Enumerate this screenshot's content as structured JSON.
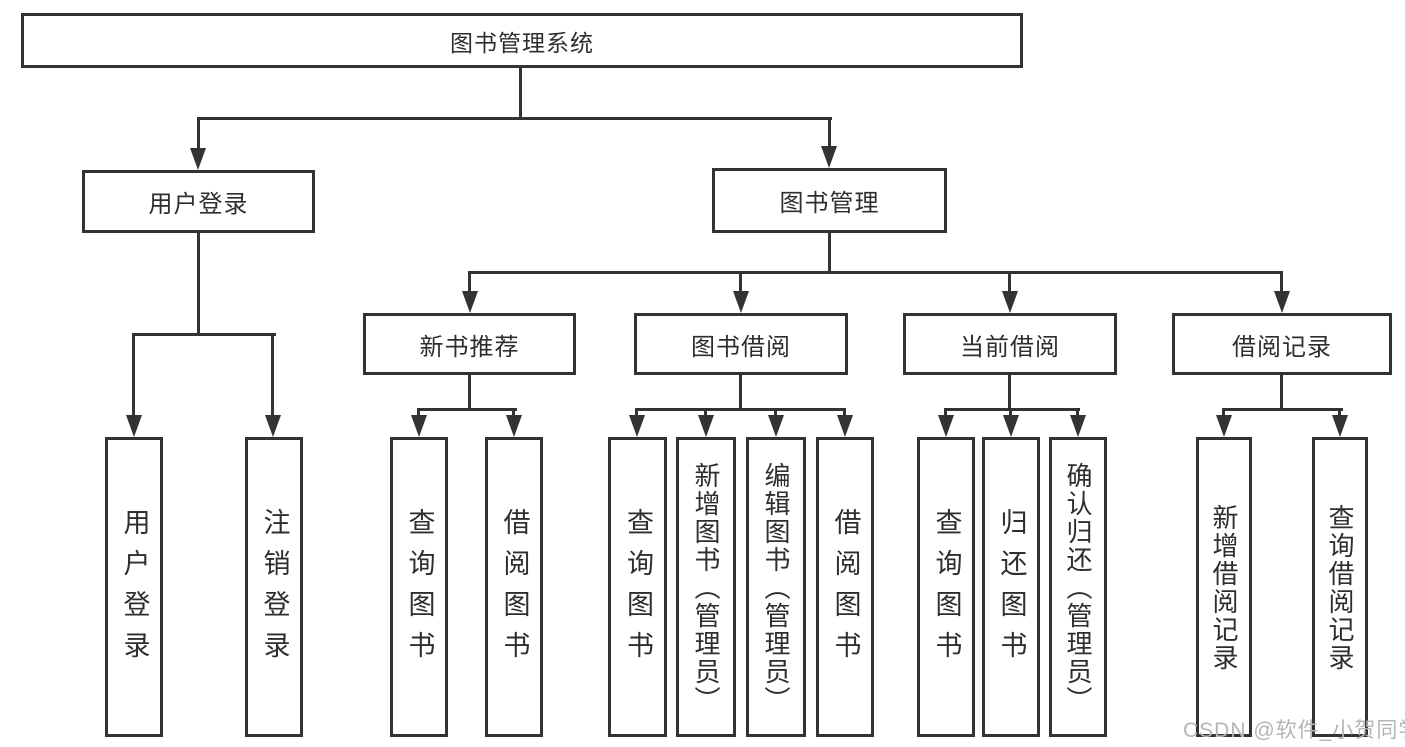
{
  "colors": {
    "line": "#333333",
    "text": "#2e2e2e",
    "bg": "#ffffff",
    "watermark": "#b5b5b5"
  },
  "nodes": {
    "root": {
      "label": "图书管理系统"
    },
    "level2": [
      {
        "label": "用户登录"
      },
      {
        "label": "图书管理"
      }
    ],
    "level3": [
      {
        "label": "新书推荐"
      },
      {
        "label": "图书借阅"
      },
      {
        "label": "当前借阅"
      },
      {
        "label": "借阅记录"
      }
    ],
    "leaves": [
      {
        "label": "用户登录"
      },
      {
        "label": "注销登录"
      },
      {
        "label": "查询图书"
      },
      {
        "label": "借阅图书"
      },
      {
        "label": "查询图书"
      },
      {
        "label": "新增图书（管理员）"
      },
      {
        "label": "编辑图书（管理员）"
      },
      {
        "label": "借阅图书"
      },
      {
        "label": "查询图书"
      },
      {
        "label": "归还图书"
      },
      {
        "label": "确认归还（管理员）"
      },
      {
        "label": "新增借阅记录"
      },
      {
        "label": "查询借阅记录"
      }
    ]
  },
  "watermark": {
    "text": "CSDN @软件_小贺同学"
  }
}
